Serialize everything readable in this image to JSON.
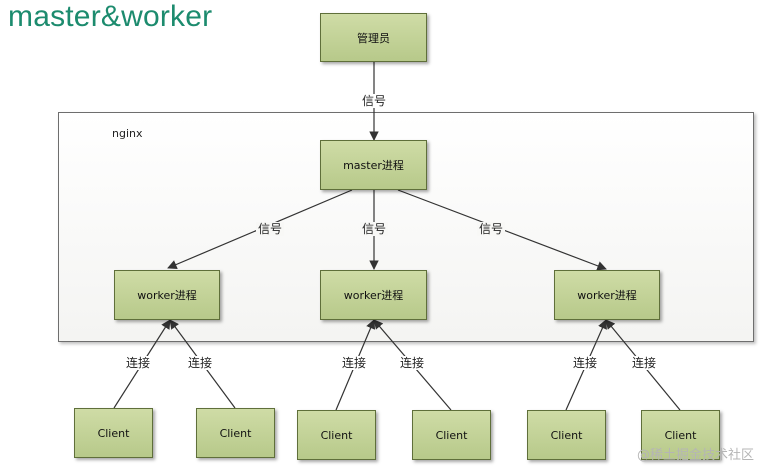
{
  "title": "master&worker",
  "frame_label": "nginx",
  "nodes": {
    "admin": "管理员",
    "master": "master进程",
    "worker": "worker进程",
    "client": "Client"
  },
  "edge_labels": {
    "signal": "信号",
    "connect": "连接"
  },
  "watermark": "@稀土掘金技术社区"
}
